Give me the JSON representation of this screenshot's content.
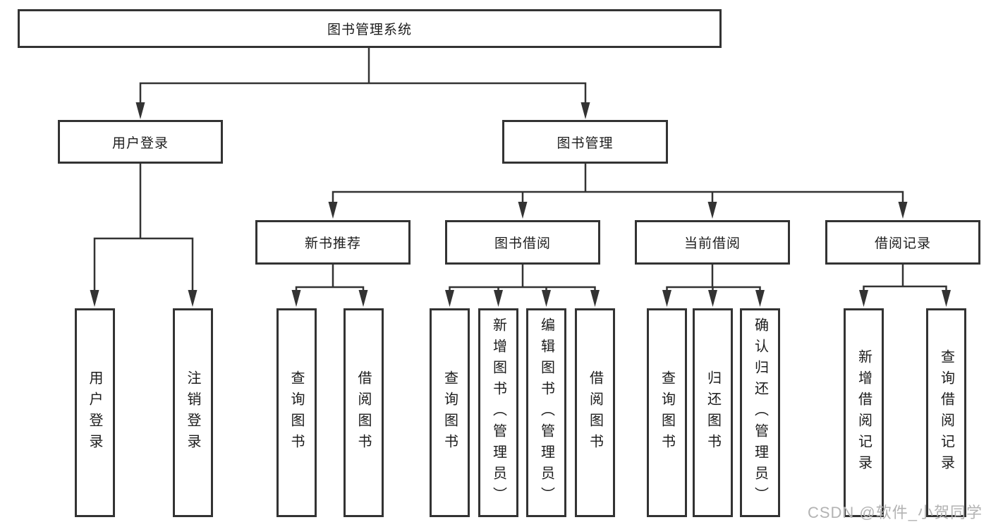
{
  "diagram_type": "hierarchy-tree",
  "colors": {
    "background": "#ffffff",
    "line": "#333333",
    "box_border": "#333333",
    "box_fill": "#ffffff",
    "text": "#1c1c1c",
    "watermark": "#b3b3b3"
  },
  "tree": {
    "label": "图书管理系统",
    "children": [
      {
        "label": "用户登录",
        "children": [
          {
            "label": "用户登录"
          },
          {
            "label": "注销登录"
          }
        ]
      },
      {
        "label": "图书管理",
        "children": [
          {
            "label": "新书推荐",
            "children": [
              {
                "label": "查询图书"
              },
              {
                "label": "借阅图书"
              }
            ]
          },
          {
            "label": "图书借阅",
            "children": [
              {
                "label": "查询图书"
              },
              {
                "label": "新增图书（管理员）"
              },
              {
                "label": "编辑图书（管理员）"
              },
              {
                "label": "借阅图书"
              }
            ]
          },
          {
            "label": "当前借阅",
            "children": [
              {
                "label": "查询图书"
              },
              {
                "label": "归还图书"
              },
              {
                "label": "确认归还（管理员）"
              }
            ]
          },
          {
            "label": "借阅记录",
            "children": [
              {
                "label": "新增借阅记录"
              },
              {
                "label": "查询借阅记录"
              }
            ]
          }
        ]
      }
    ]
  },
  "watermark": "CSDN @软件_小贺同学"
}
